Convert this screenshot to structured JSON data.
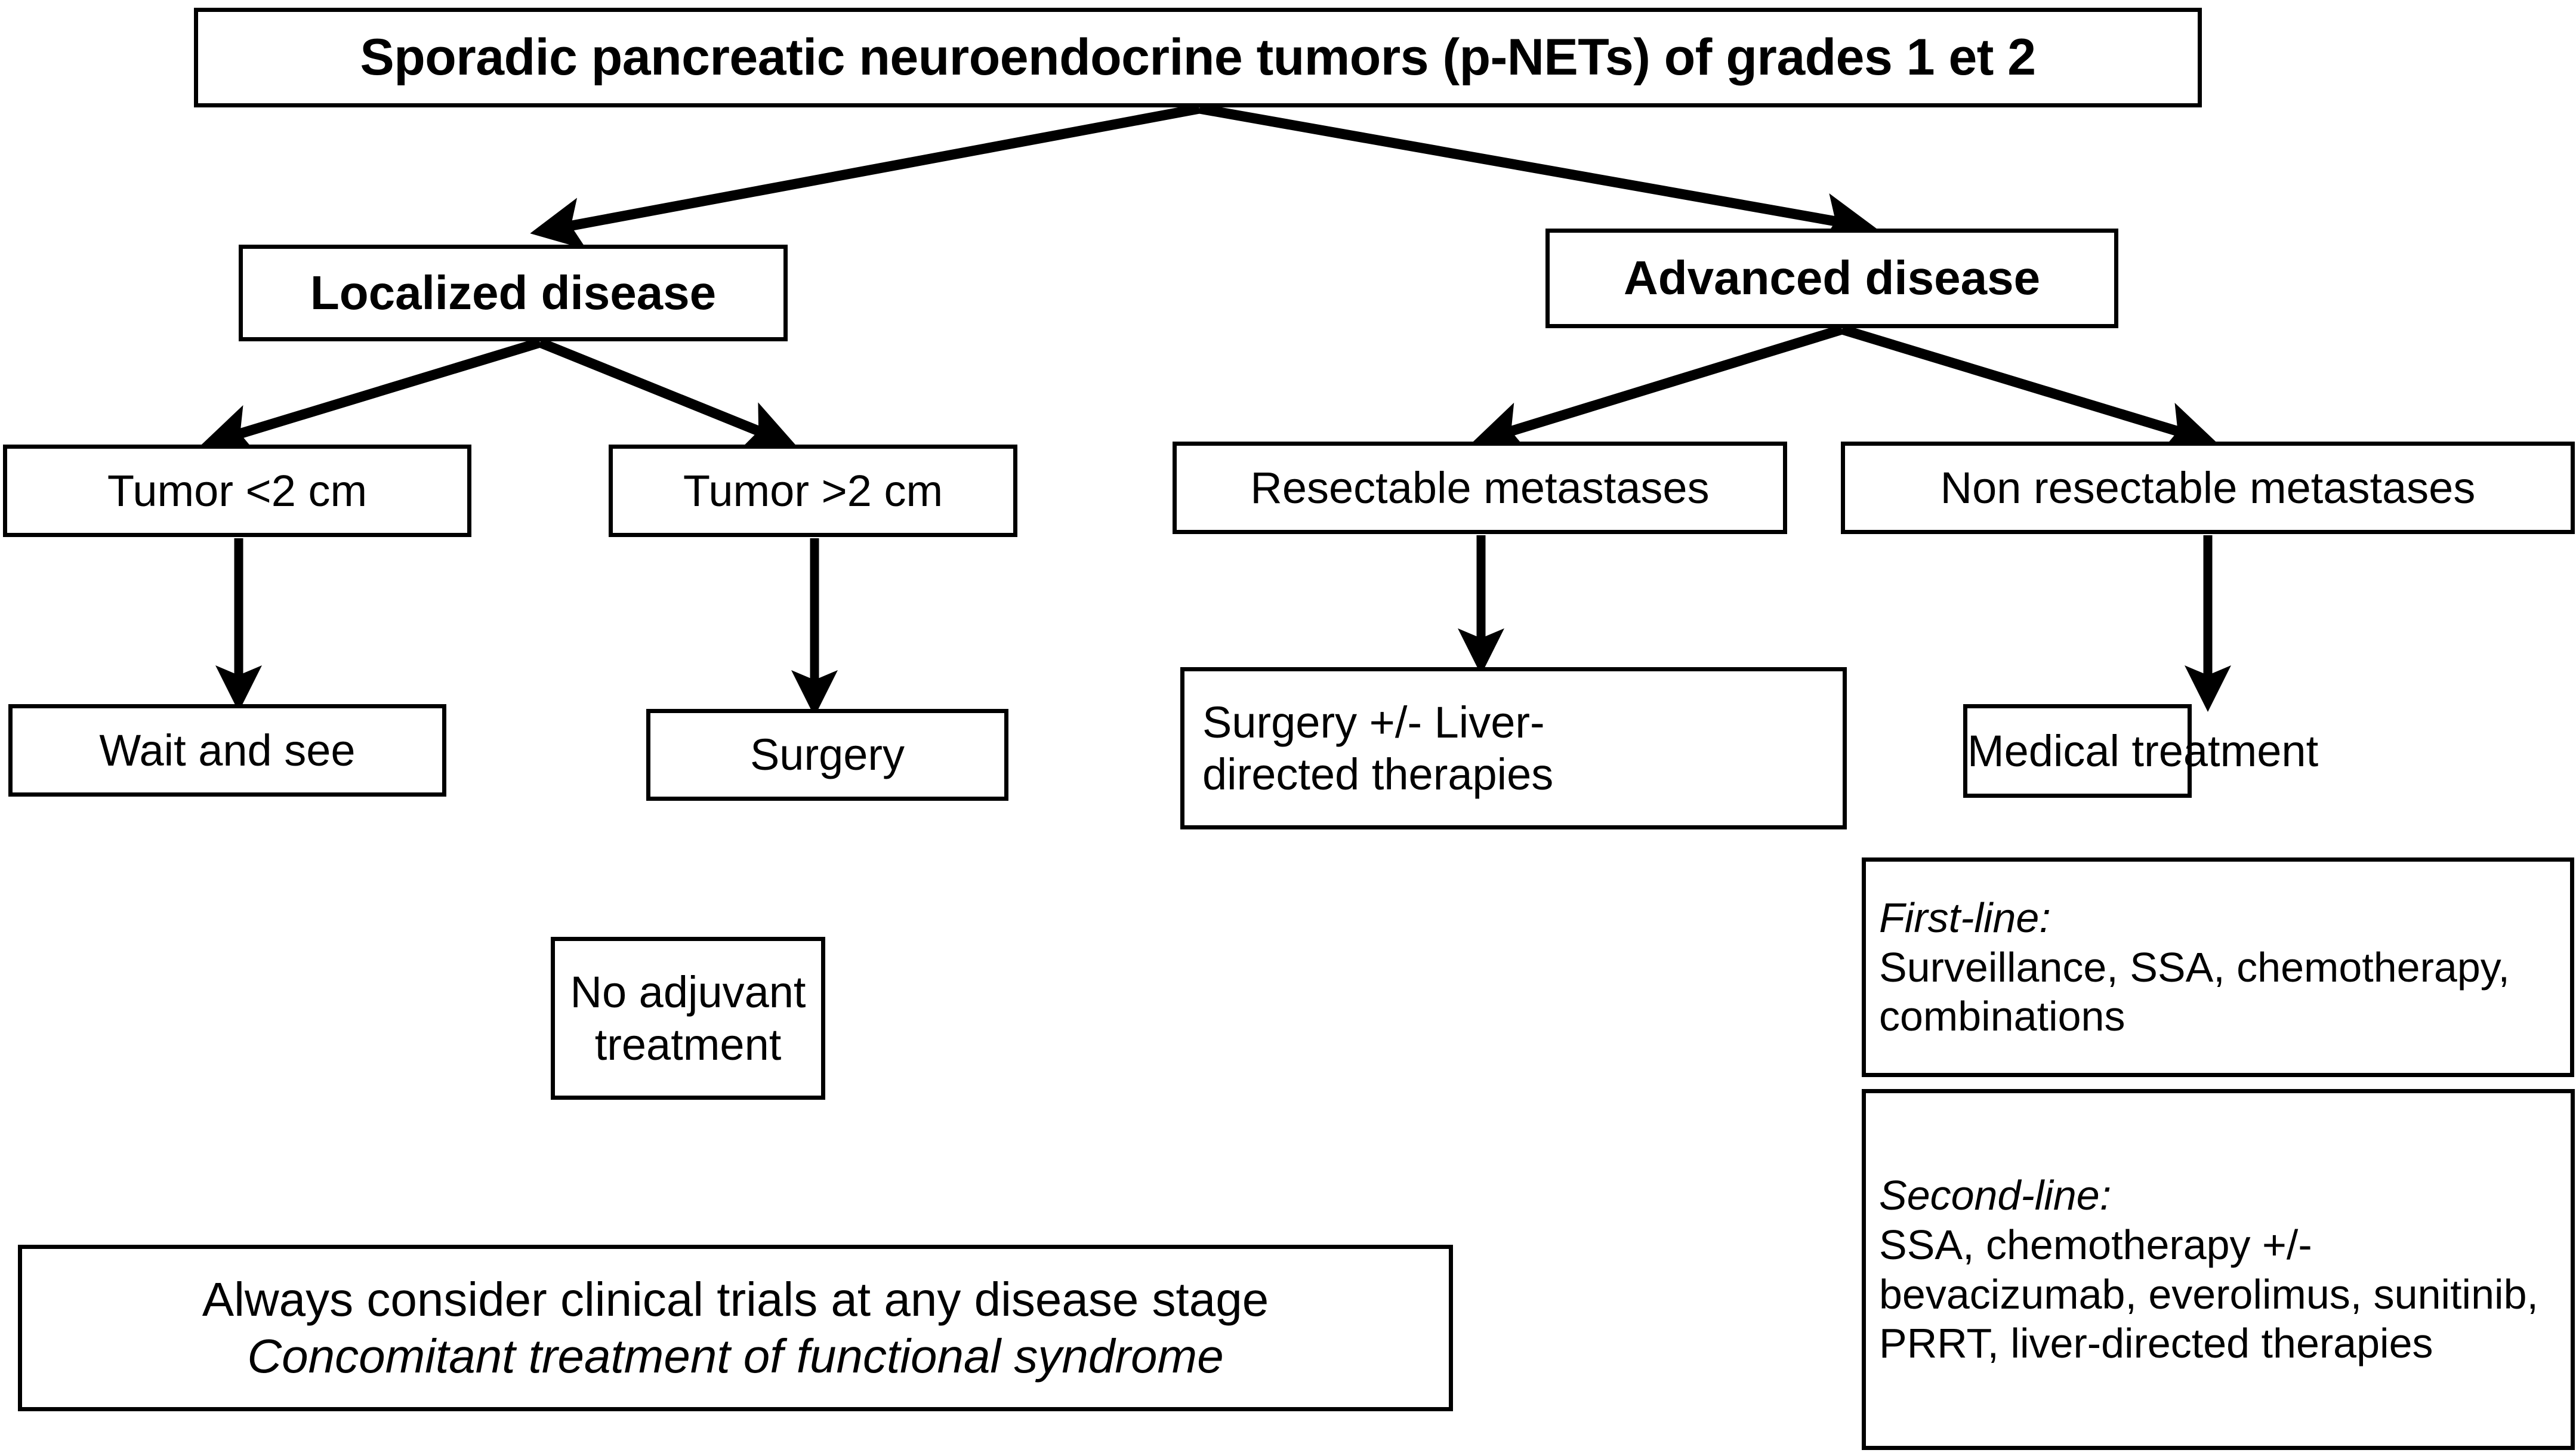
{
  "diagram": {
    "title": "Sporadic pancreatic neuroendocrine tumors (p-NETs) of grades 1 et 2",
    "nodes": {
      "title": "Sporadic pancreatic neuroendocrine tumors (p-NETs) of grades 1 et 2",
      "localized": "Localized disease",
      "advanced": "Advanced disease",
      "tumor_small": "Tumor <2 cm",
      "tumor_large": "Tumor >2 cm",
      "resectable": "Resectable metastases",
      "non_resectable": "Non resectable metastases",
      "wait_and_see": "Wait and see",
      "surgery": "Surgery",
      "surgery_liver_line1": "Surgery +/- Liver-",
      "surgery_liver_line2": "directed therapies",
      "medical_treatment": "Medical treatment",
      "no_adjuvant_line1": "No adjuvant",
      "no_adjuvant_line2": "treatment",
      "first_line_heading": "First-line:",
      "first_line_body": "Surveillance, SSA, chemotherapy, combinations",
      "second_line_heading": "Second-line:",
      "second_line_body": "SSA, chemotherapy +/- bevacizumab, everolimus, sunitinib, PRRT, liver-directed therapies",
      "footer_line1": "Always consider clinical trials at any disease stage",
      "footer_line2": "Concomitant treatment of functional syndrome"
    },
    "colors": {
      "stroke": "#000000",
      "fill": "#ffffff",
      "text": "#000000"
    }
  }
}
